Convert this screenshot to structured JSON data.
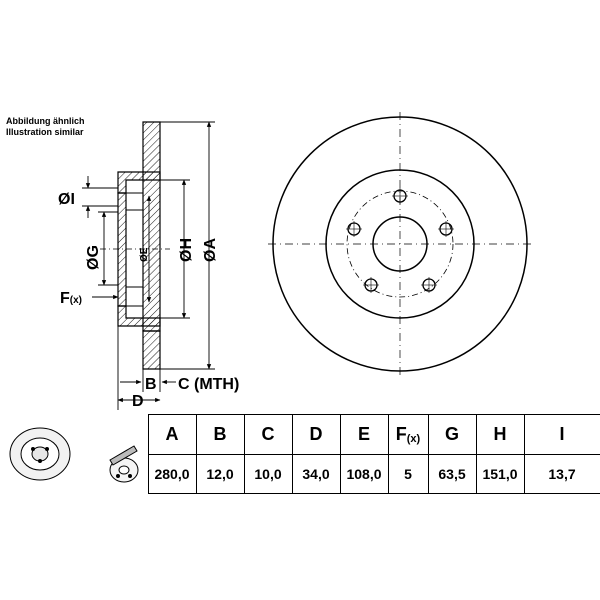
{
  "notes": {
    "line1": "Abbildung ähnlich",
    "line2": "Illustration similar"
  },
  "dimension_labels": {
    "I": "ØI",
    "G": "ØG",
    "E": "ØE",
    "H": "ØH",
    "A": "ØA",
    "F": "F",
    "F_sub": "(x)",
    "B": "B",
    "C": "C (MTH)",
    "D": "D"
  },
  "table": {
    "headers": [
      "A",
      "B",
      "C",
      "D",
      "E",
      "F",
      "G",
      "H",
      "I"
    ],
    "f_sub": "(x)",
    "values": [
      "280,0",
      "12,0",
      "10,0",
      "34,0",
      "108,0",
      "5",
      "63,5",
      "151,0",
      "13,7"
    ]
  },
  "icons": {
    "disc": "brake-disc-icon",
    "bolt": "bolt-tool-icon"
  }
}
